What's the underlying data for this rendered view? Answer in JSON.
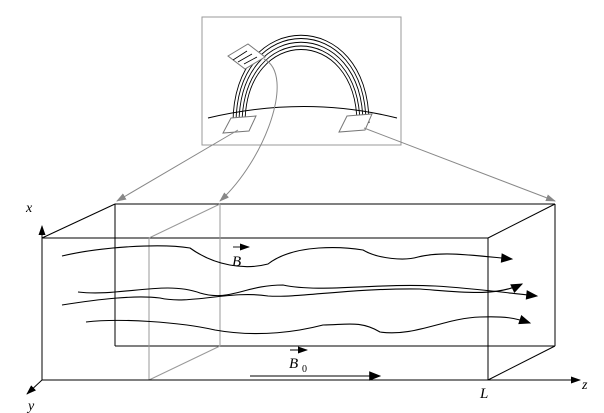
{
  "labels": {
    "x_axis": "x",
    "y_axis": "y",
    "z_axis": "z",
    "length": "L",
    "field": "B",
    "background_field": "B",
    "background_field_subscript": "0"
  },
  "colors": {
    "ink": "#000000",
    "connector": "#888888",
    "inset_frame": "#999999"
  }
}
